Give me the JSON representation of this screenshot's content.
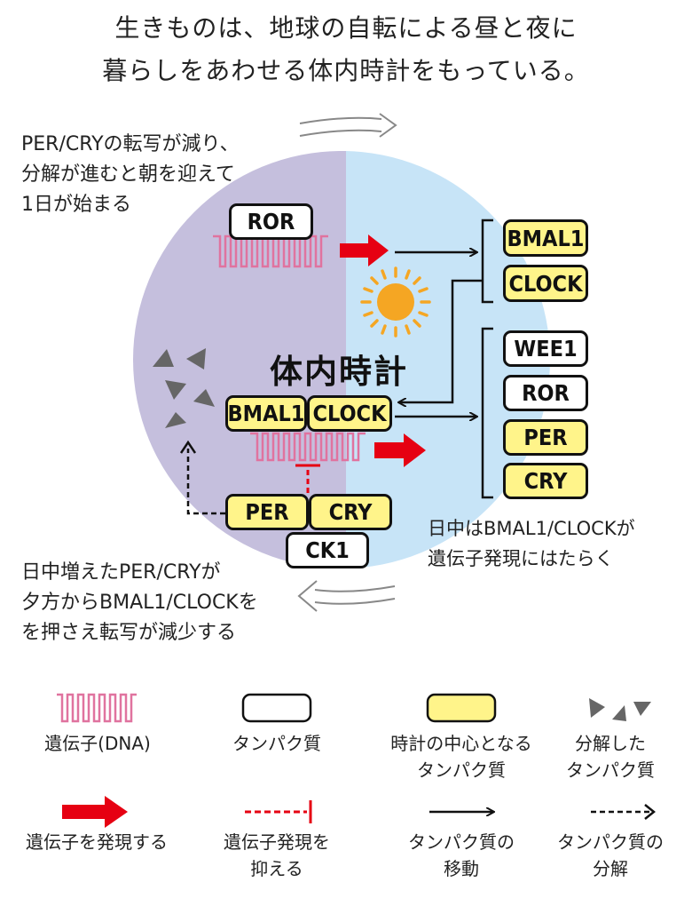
{
  "title": {
    "line1": "生きものは、地球の自転による昼と夜に",
    "line2": "暮らしをあわせる体内時計をもっている。"
  },
  "captions": {
    "top_left": [
      "PER/CRYの転写が減り、",
      "分解が進むと朝を迎えて",
      "1日が始まる"
    ],
    "bottom_right": [
      "日中はBMAL1/CLOCKが",
      "遺伝子発現にはたらく"
    ],
    "bottom_left": [
      "日中増えたPER/CRYが",
      "夕方からBMAL1/CLOCKを",
      "を押さえ転写が減少する"
    ]
  },
  "center_label": "体内時計",
  "proteins": {
    "ror_top": "ROR",
    "bmal1_center": "BMAL1",
    "clock_center": "CLOCK",
    "per_bottom": "PER",
    "cry_bottom": "CRY",
    "ck1": "CK1",
    "right_group1": [
      "BMAL1",
      "CLOCK"
    ],
    "right_group2": [
      "WEE1",
      "ROR",
      "PER",
      "CRY"
    ]
  },
  "legend": {
    "gene": "遺伝子(DNA)",
    "protein": "タンパク質",
    "core_protein": [
      "時計の中心となる",
      "タンパク質"
    ],
    "degraded": [
      "分解した",
      "タンパク質"
    ],
    "expression": "遺伝子を発現する",
    "suppression": [
      "遺伝子発現を",
      "抑える"
    ],
    "movement": [
      "タンパク質の",
      "移動"
    ],
    "degradation": [
      "タンパク質の",
      "分解"
    ]
  },
  "colors": {
    "night": "#c5bfdd",
    "day": "#c7e4f7",
    "dna": "#e0739f",
    "red_arrow": "#e60012",
    "yellow_box": "#fff48a",
    "sun": "#f5a623",
    "moon": "#fff03c",
    "triangle": "#666666"
  }
}
